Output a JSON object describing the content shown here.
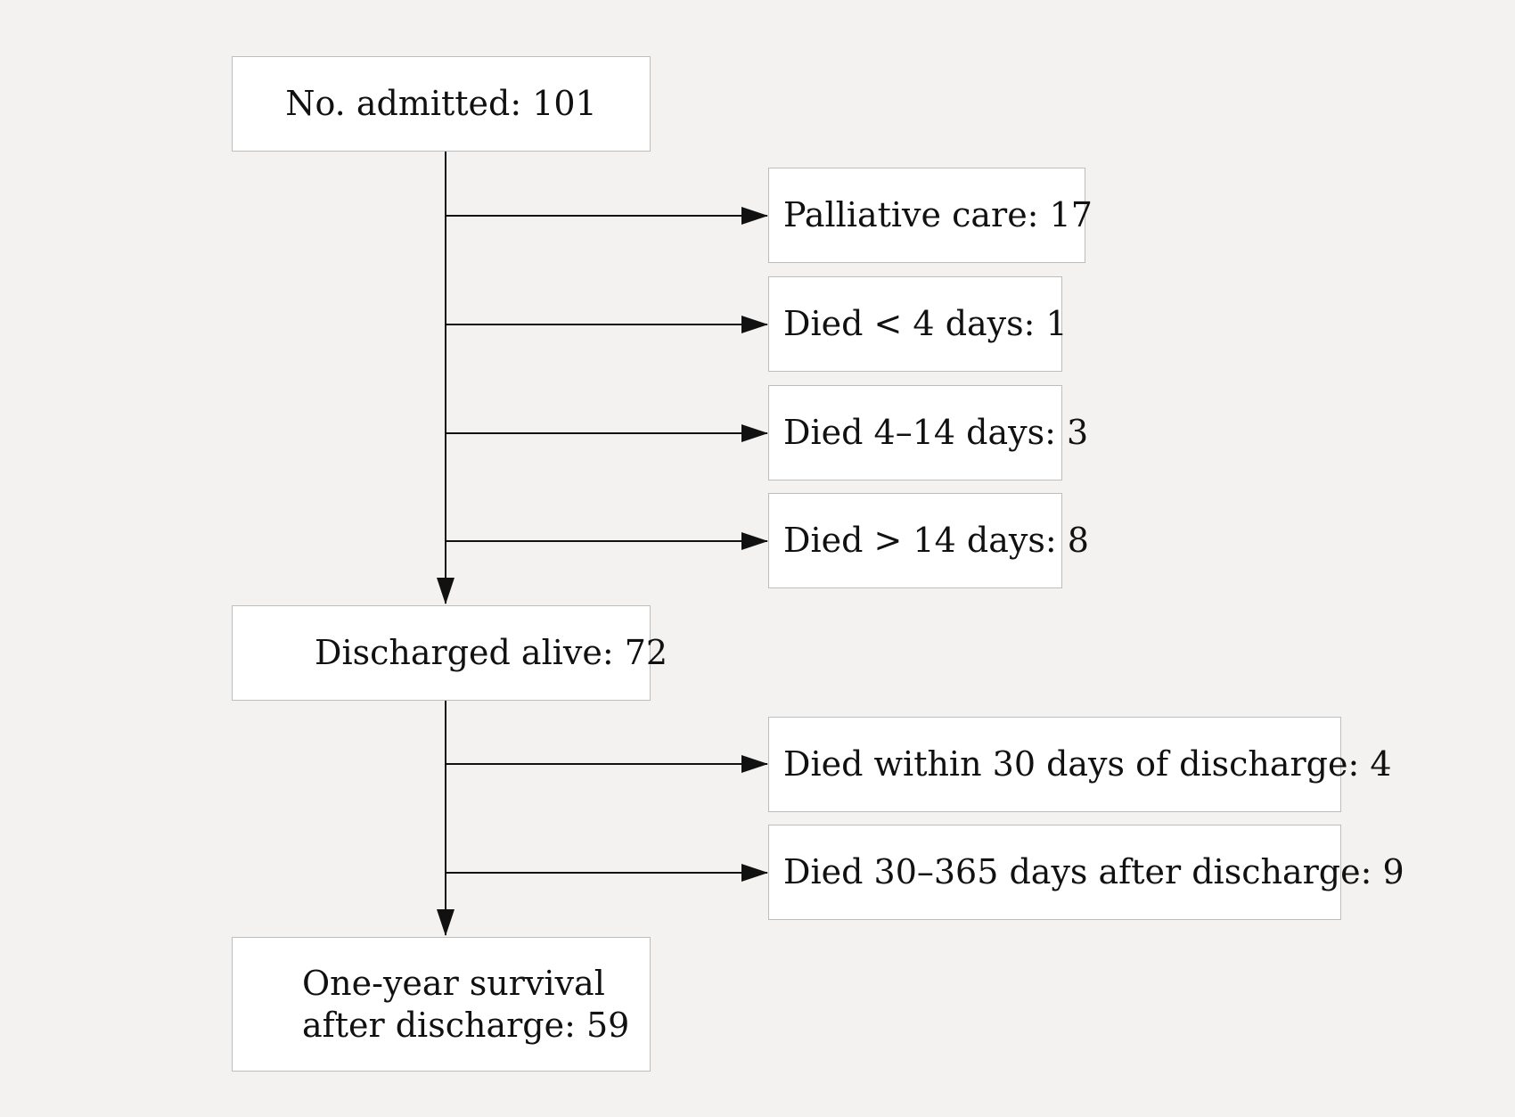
{
  "flow": {
    "admitted": "No. admitted: 101",
    "palliative_care": "Palliative care: 17",
    "died_lt_4_days": "Died < 4 days: 1",
    "died_4_14_days": "Died 4–14 days: 3",
    "died_gt_14_days": "Died > 14 days: 8",
    "discharged_alive": "Discharged alive: 72",
    "died_within_30_days": "Died within 30 days of discharge: 4",
    "died_30_365_days": "Died 30–365 days after discharge: 9",
    "one_year_survival": {
      "line1": "One-year survival",
      "line2": "after discharge: 59"
    }
  },
  "colors": {
    "background": "#f3f2f0",
    "box_fill": "#ffffff",
    "box_border": "#bdbdbd",
    "line": "#111111"
  }
}
